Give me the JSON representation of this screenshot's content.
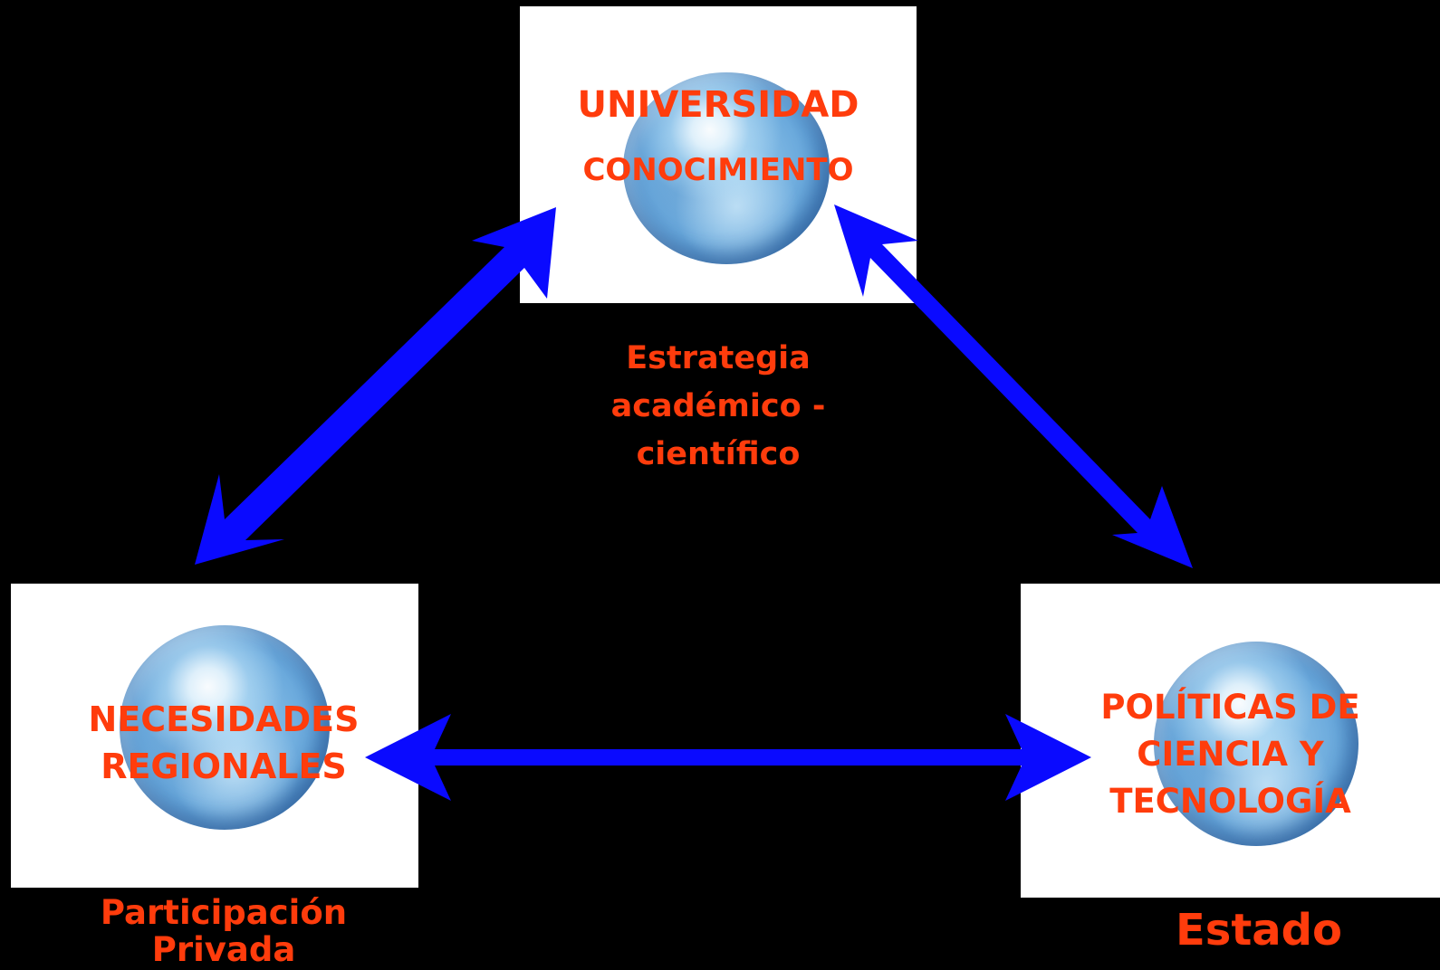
{
  "nodes": {
    "top": {
      "line1": "UNIVERSIDAD",
      "line2": "CONOCIMIENTO"
    },
    "left": {
      "line1": "NECESIDADES",
      "line2": "REGIONALES"
    },
    "right": {
      "line1": "POLÍTICAS DE",
      "line2": "CIENCIA Y",
      "line3": "TECNOLOGÍA"
    }
  },
  "captions": {
    "top": {
      "line1": "Estrategia",
      "line2": "académico -",
      "line3": "científico"
    },
    "left": {
      "line1": "Participación",
      "line2": "Privada"
    },
    "right": "Estado"
  },
  "colors": {
    "background": "#000000",
    "text": "#ff3c0c",
    "arrow": "#0a0aff",
    "box": "#ffffff"
  }
}
